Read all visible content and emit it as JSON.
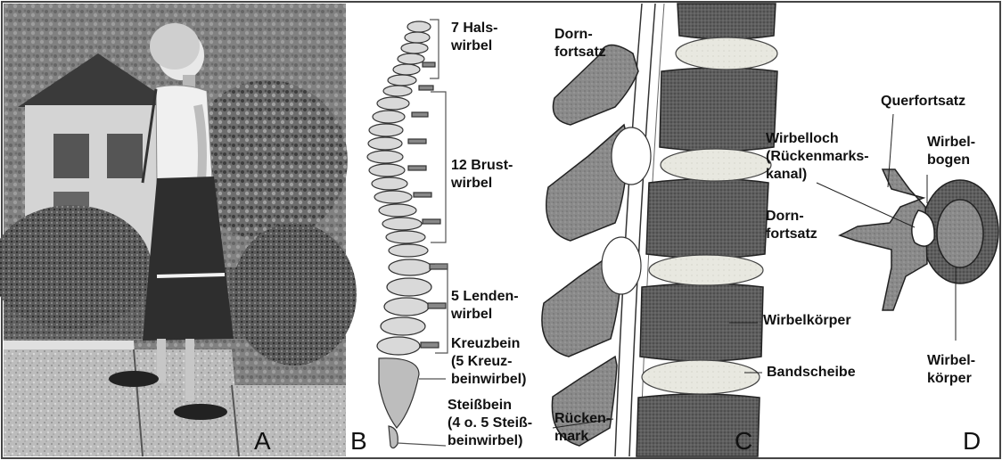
{
  "panels": {
    "a": {
      "letter": "A"
    },
    "b": {
      "letter": "B"
    },
    "c": {
      "letter": "C"
    },
    "d": {
      "letter": "D"
    }
  },
  "labels": {
    "b": {
      "cervical": "7 Hals-\nwirbel",
      "thoracic": "12 Brust-\nwirbel",
      "lumbar": "5 Lenden-\nwirbel",
      "sacrum": "Kreuzbein\n(5 Kreuz-\nbeinwirbel)",
      "coccyx": "Steißbein\n(4 o. 5 Steiß-\nbeinwirbel)"
    },
    "c": {
      "spinous_process": "Dorn-\nfortsatz",
      "vertebral_body": "Wirbelkörper",
      "disc": "Bandscheibe",
      "spinal_cord": "Rücken-\nmark"
    },
    "d": {
      "transverse_process": "Querfortsatz",
      "vertebral_foramen": "Wirbelloch\n(Rückenmarks-\nkanal)",
      "vertebral_arch": "Wirbel-\nbogen",
      "spinous_process": "Dorn-\nfortsatz",
      "vertebral_body": "Wirbel-\nkörper"
    }
  }
}
